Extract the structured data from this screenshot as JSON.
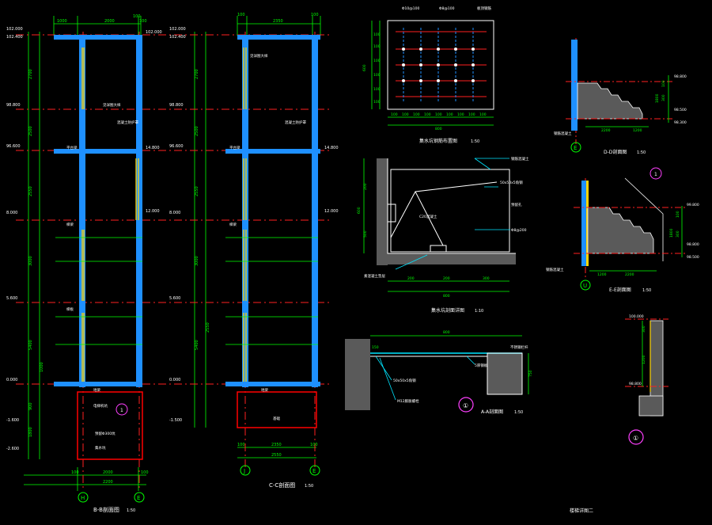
{
  "drawing": {
    "background": "#000000",
    "colors": {
      "wall": "#1e90ff",
      "axis": "#ff2020",
      "dim": "#00ff00",
      "note": "#ffffff",
      "yellow": "#ffd400",
      "cyan": "#00e5ff",
      "magenta": "#ff40ff",
      "red": "#ff0000",
      "hatch": "#8a8a8a"
    },
    "sheet_title": "楼梯详图二",
    "bb": {
      "title": "B-B剖面图",
      "scale": "1:50",
      "top_dims": [
        "1000",
        "2000",
        "100",
        "100"
      ],
      "bottom_dims": [
        "100",
        "2000",
        "100",
        "2200"
      ],
      "axes": [
        "H",
        "E"
      ],
      "levels": [
        "102.000",
        "102.400",
        "98.800",
        "96.600",
        "8.000",
        "5.600",
        "0.000",
        "-1.600",
        "-2.600",
        "14.800",
        "12.000",
        "102.000"
      ],
      "vert_dims": [
        "2700",
        "2500",
        "2550",
        "3000",
        "5400",
        "900",
        "1800",
        "1000"
      ],
      "labels": [
        "见详图大样",
        "混凝土防护罩",
        "平台梁",
        "梯梁",
        "梯板",
        "地梁",
        "电梯机坑",
        "预留Φ300坑",
        "集水坑"
      ]
    },
    "cc": {
      "title": "C-C剖面图",
      "scale": "1:50",
      "top_dims": [
        "100",
        "2350",
        "100"
      ],
      "bottom_dims": [
        "100",
        "2350",
        "100",
        "2550"
      ],
      "axes": [
        "J",
        "E"
      ],
      "levels": [
        "102.000",
        "102.400",
        "98.800",
        "96.600",
        "8.000",
        "5.600",
        "0.000",
        "-1.500",
        "12.000",
        "14.800"
      ],
      "vert_dims": [
        "2700",
        "2500",
        "2550",
        "3000",
        "5400",
        "2550"
      ],
      "labels": [
        "见详图大样",
        "混凝土防护罩",
        "平台梁",
        "梯梁",
        "地梁",
        "基础"
      ]
    },
    "grid": {
      "title": "集水坑钢筋布置图",
      "scale": "1:50",
      "top_labels": [
        "Φ10@100",
        "Φ8@100",
        "板顶钢筋"
      ],
      "bottom_dims": [
        "100",
        "100",
        "100",
        "100",
        "100",
        "100",
        "100",
        "100",
        "100"
      ],
      "bottom_total": "800",
      "side_dims": [
        "100",
        "100",
        "100",
        "100",
        "100",
        "100"
      ],
      "side_total": "600"
    },
    "pit": {
      "title": "集水坑剖面详图",
      "scale": "1:10",
      "dims": [
        "200",
        "200",
        "300"
      ],
      "total": "800",
      "side_dims": [
        "200",
        "500",
        "600"
      ],
      "labels": [
        "C20混凝土",
        "50x50x5角钢",
        "预留孔",
        "钢筋混凝土",
        "Φ8@200",
        "素混凝土垫层"
      ]
    },
    "dd": {
      "title": "D-D剖面图",
      "scale": "1:50",
      "axis": "E",
      "levels": [
        "98.800",
        "98.500",
        "98.300"
      ],
      "dims": [
        "2200",
        "1200"
      ],
      "side_dims": [
        "100",
        "300",
        "1800"
      ],
      "note": "钢筋混凝土"
    },
    "ee": {
      "title": "E-E剖面图",
      "scale": "1:50",
      "axis": "U",
      "levels": [
        "99.800",
        "98.800",
        "98.500"
      ],
      "dims": [
        "1200",
        "2200"
      ],
      "side_dims": [
        "100",
        "300",
        "1800"
      ],
      "note": "钢筋混凝土"
    },
    "aa": {
      "title": "A-A剖面图",
      "scale": "1:50",
      "dims": [
        "800",
        "150",
        "750"
      ],
      "labels": [
        "不锈钢栏杆",
        "5厚钢板",
        "50x50x5角钢",
        "M12膨胀螺栓"
      ]
    },
    "small_detail": {
      "levels": [
        "100.000",
        "98.800"
      ],
      "dims": [
        "300",
        "1200"
      ],
      "marker": "①"
    },
    "markers": {
      "bb_circle": "1",
      "dd_circle": "1",
      "aa_circle": "①",
      "small_circle": "①"
    }
  }
}
